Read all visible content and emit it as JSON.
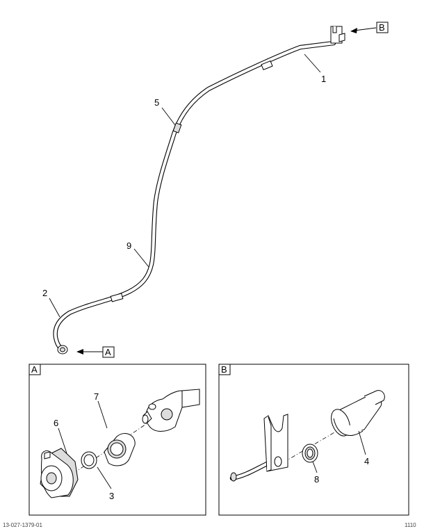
{
  "callouts": {
    "c1": "1",
    "c2": "2",
    "c3": "3",
    "c4": "4",
    "c5": "5",
    "c6": "6",
    "c7": "7",
    "c8": "8",
    "c9": "9"
  },
  "view_refs": {
    "a": "A",
    "b": "B"
  },
  "panels": {
    "a_label": "A",
    "b_label": "B"
  },
  "footer": {
    "left": "13-027-1379-01",
    "right": "1110"
  }
}
